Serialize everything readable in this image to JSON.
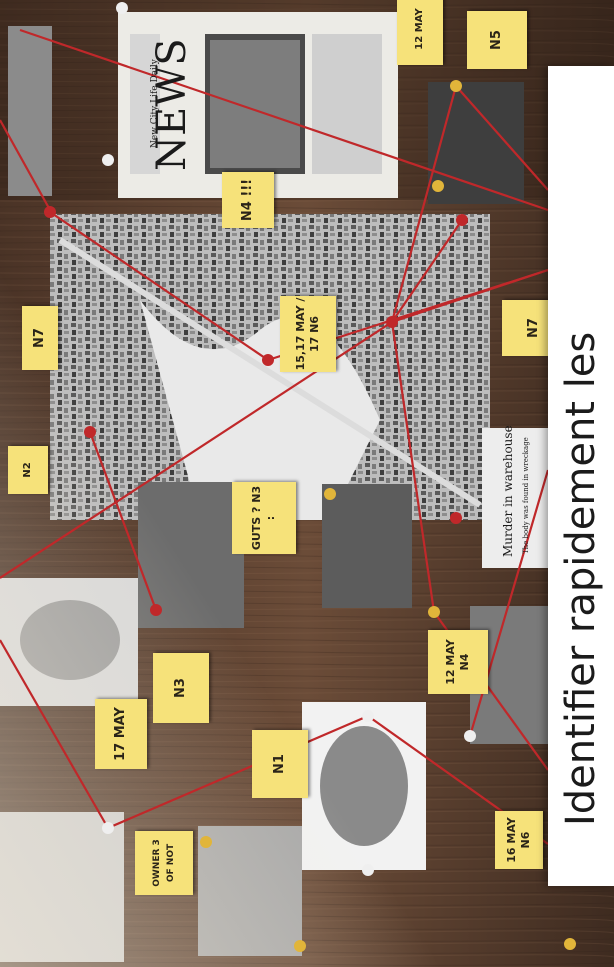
{
  "panel": {
    "title": "Identifier rapidement les"
  },
  "newspaper": {
    "masthead": "NEWS",
    "subline": "New City Life Daily"
  },
  "clipping": {
    "headline": "Murder in warehouse",
    "subline": "The body was found in wreckage"
  },
  "notes": [
    {
      "id": "n7-top",
      "text": "N7"
    },
    {
      "id": "n2",
      "text": "N2"
    },
    {
      "id": "n4",
      "text": "N4 !!!"
    },
    {
      "id": "date-n6",
      "text": "15,17 MAY / 17 N6"
    },
    {
      "id": "guts",
      "text": "GUTS ? N3 :"
    },
    {
      "id": "n3",
      "text": "N3"
    },
    {
      "id": "17may",
      "text": "17 MAY"
    },
    {
      "id": "n1",
      "text": "N1"
    },
    {
      "id": "owner",
      "text": "OWNER 3 OF NOT"
    },
    {
      "id": "12may",
      "text": "12 MAY N4"
    },
    {
      "id": "16may",
      "text": "16 MAY N6"
    },
    {
      "id": "n7-right",
      "text": "N7"
    },
    {
      "id": "top-note-1",
      "text": "12 MAY"
    },
    {
      "id": "top-note-2",
      "text": "N5"
    }
  ],
  "colors": {
    "board": "#5a4030",
    "note": "#f6e27a",
    "string": "#c0282a",
    "panel": "#ffffff"
  }
}
